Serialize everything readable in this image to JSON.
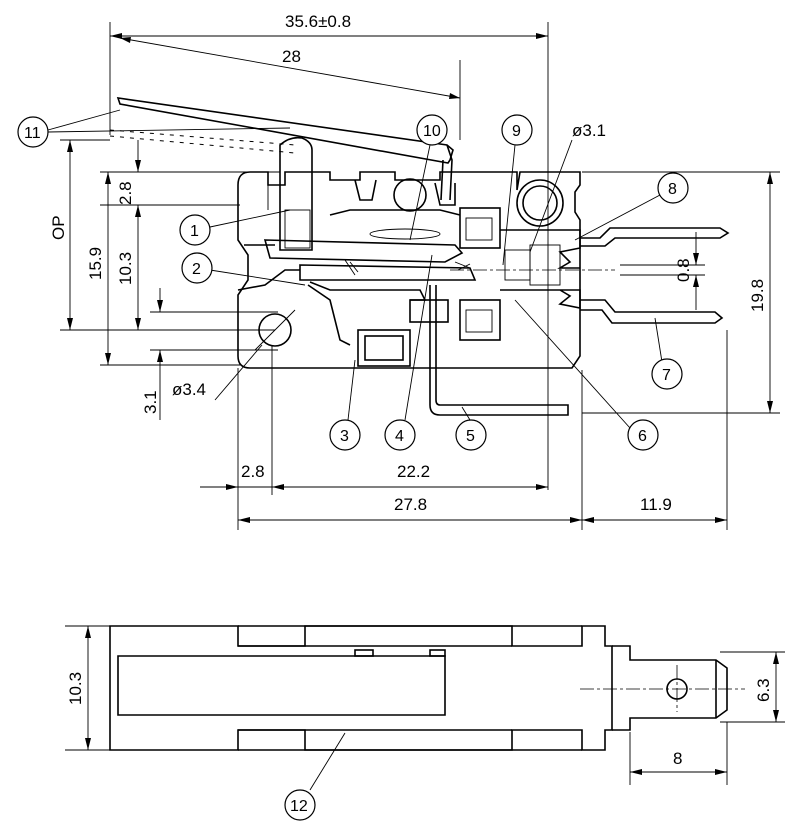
{
  "dimensions": {
    "total_length": "35.6±0.8",
    "lever_length": "28",
    "op": "OP",
    "d_15_9": "15.9",
    "d_10_3_side": "10.3",
    "d_2_8_top": "2.8",
    "d_3_1": "3.1",
    "hole_small": "ø3.4",
    "hole_large": "ø3.1",
    "d_0_8": "0.8",
    "d_19_8": "19.8",
    "d_2_8_bottom": "2.8",
    "d_22_2": "22.2",
    "d_27_8": "27.8",
    "d_11_9": "11.9",
    "d_10_3_bottom": "10.3",
    "d_6_3": "6.3",
    "d_8": "8"
  },
  "callouts": [
    "1",
    "2",
    "3",
    "4",
    "5",
    "6",
    "7",
    "8",
    "9",
    "10",
    "11",
    "12"
  ]
}
